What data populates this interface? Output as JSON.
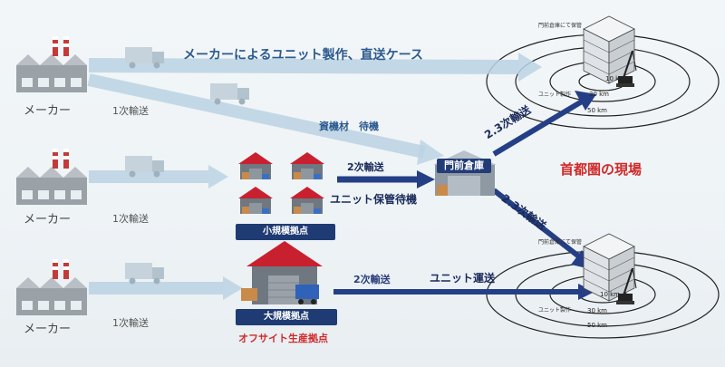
{
  "makers": [
    {
      "label": "メーカー"
    },
    {
      "label": "メーカー"
    },
    {
      "label": "メーカー"
    }
  ],
  "labels": {
    "direct_case": "メーカーによるユニット製作、直送ケース",
    "first_transport_1": "1次輸送",
    "first_transport_2": "1次輸送",
    "first_transport_3": "1次輸送",
    "materials_standby": "資機材　待機",
    "second_transport_1": "2次輸送",
    "unit_storage_standby": "ユニット保管待機",
    "second_transport_2": "2次輸送",
    "unit_transport": "ユニット運送",
    "third_transport_upper": "2.3次輸送",
    "third_transport_lower": "2.3次輸送",
    "gate_warehouse": "門前倉庫",
    "small_base": "小規模拠点",
    "large_base": "大規模拠点",
    "offsite_base": "オフサイト生産拠点",
    "metro_site": "首都圏の現場"
  },
  "sites": [
    {
      "caption": "門前倉庫にて保管",
      "unit_label": "ユニット製作",
      "rings": [
        "10 km",
        "30 km",
        "50 km"
      ]
    },
    {
      "caption": "門前倉庫にて保管",
      "unit_label": "ユニット製作",
      "rings": [
        "10 km",
        "30 km",
        "50 km"
      ]
    }
  ],
  "colors": {
    "arrow_light": "#bcd3e4",
    "arrow_navy": "#243f86",
    "text_blue": "#2c5a8e",
    "accent_red": "#d12a2a",
    "badge_navy": "#1f3b73",
    "roof_red": "#c8202f"
  }
}
